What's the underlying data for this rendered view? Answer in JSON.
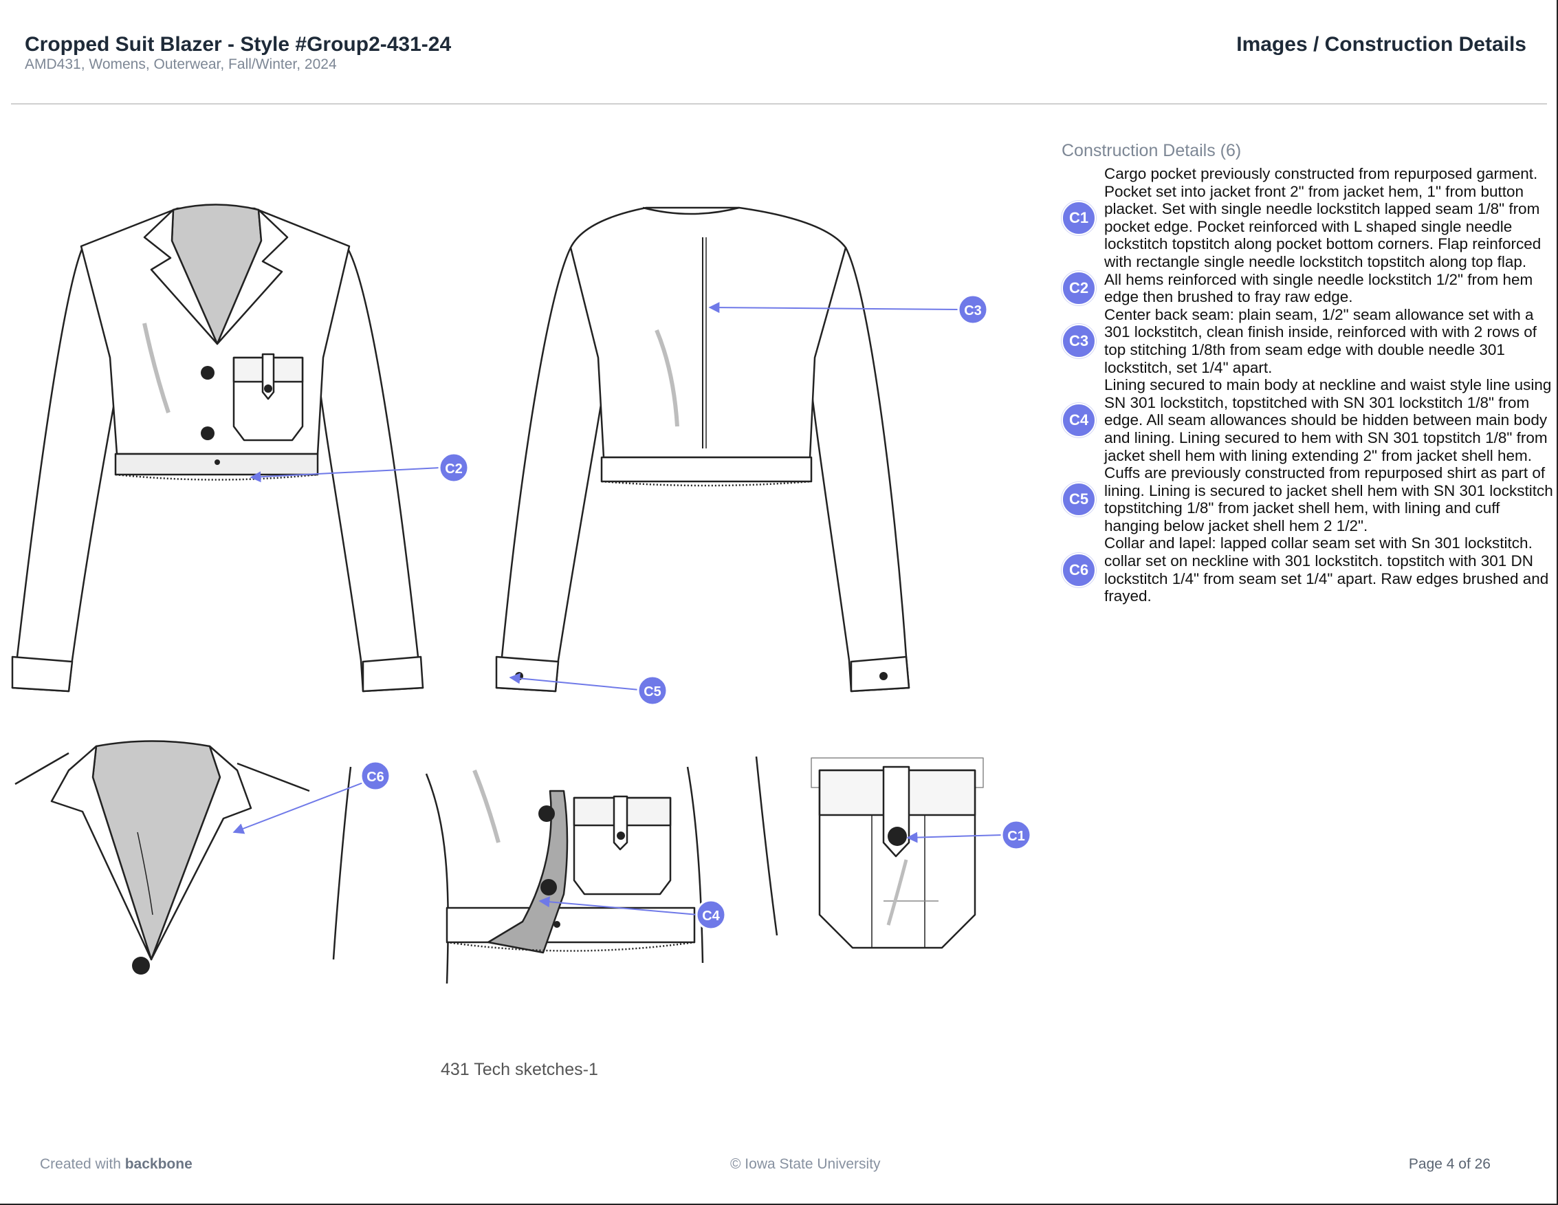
{
  "header": {
    "title": "Cropped Suit Blazer - Style #Group2-431-24",
    "subtitle": "AMD431, Womens, Outerwear, Fall/Winter, 2024",
    "section": "Images / Construction Details"
  },
  "colors": {
    "accent": "#6f79e8",
    "title": "#1e2a38",
    "muted": "#7d8795"
  },
  "sketch": {
    "caption": "431 Tech sketches-1",
    "callout_labels": [
      "C1",
      "C2",
      "C3",
      "C4",
      "C5",
      "C6"
    ]
  },
  "details": {
    "heading": "Construction Details (6)",
    "items": [
      {
        "id": "C1",
        "text": "Cargo pocket previously constructed from repurposed garment. Pocket set into jacket front 2\" from jacket hem, 1\" from button placket. Set with single needle lockstitch lapped seam 1/8\" from pocket edge. Pocket reinforced with L shaped single needle lockstitch topstitch along pocket bottom corners. Flap reinforced with rectangle single needle lockstitch topstitch along top flap."
      },
      {
        "id": "C2",
        "text": "All hems reinforced with single needle lockstitch 1/2\" from hem edge then brushed to fray raw edge."
      },
      {
        "id": "C3",
        "text": "Center back seam: plain seam, 1/2\" seam allowance set with a 301 lockstitch, clean finish inside, reinforced with with 2 rows of top stitching 1/8th from seam edge with double needle 301 lockstitch, set 1/4\" apart."
      },
      {
        "id": "C4",
        "text": "Lining secured to main body at neckline and waist style line using SN 301 lockstitch, topstitched with SN 301 lockstitch 1/8\" from edge. All seam allowances should be hidden between main body and lining. Lining secured to hem with SN 301 topstitch 1/8\" from jacket shell hem with lining extending 2\" from jacket shell hem."
      },
      {
        "id": "C5",
        "text": "Cuffs are previously constructed from repurposed shirt as part of lining. Lining is secured to jacket shell hem with SN 301 lockstitch topstitching 1/8\" from jacket shell hem, with lining and cuff hanging below jacket shell hem 2 1/2\"."
      },
      {
        "id": "C6",
        "text": "Collar and lapel: lapped collar seam set with Sn 301 lockstitch. collar set on neckline with 301 lockstitch. topstitch with 301 DN lockstitch 1/4\" from seam set 1/4\" apart. Raw edges brushed and frayed."
      }
    ]
  },
  "footer": {
    "created_prefix": "Created with",
    "brand": "backbone",
    "copyright": "© Iowa State University",
    "page": "Page 4 of 26"
  }
}
